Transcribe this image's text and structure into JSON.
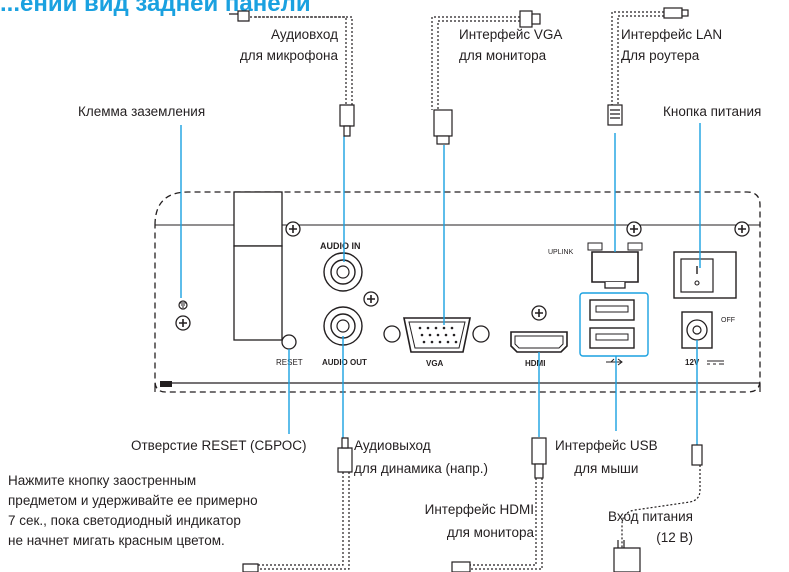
{
  "title": "...ений вид задней панели",
  "callouts": {
    "audio_in": [
      "Аудиовход",
      "для микрофона"
    ],
    "vga": [
      "Интерфейс VGA",
      "для монитора"
    ],
    "lan": [
      "Интерфейс LAN",
      "Для роутера"
    ],
    "ground": "Клемма заземления",
    "power_button": "Кнопка питания",
    "reset": "Отверстие RESET (СБРОС)",
    "audio_out": [
      "Аудиовыход",
      "для динамика (напр.)"
    ],
    "usb": [
      "Интерфейс USB",
      "для мыши"
    ],
    "hdmi": [
      "Интерфейс HDMI",
      "для монитора"
    ],
    "power_input": [
      "Вход питания",
      "(12 В)"
    ]
  },
  "reset_note": [
    "Нажмите кнопку заостренным",
    "предметом и удерживайте ее примерно",
    "7 сек., пока светодиодный индикатор",
    "не начнет мигать красным цветом."
  ],
  "panel_labels": {
    "audio_in": "AUDIO IN",
    "audio_out": "AUDIO OUT",
    "reset": "RESET",
    "vga": "VGA",
    "hdmi": "HDMI",
    "uplink": "UPLINK",
    "off": "OFF",
    "power": "12V"
  },
  "colors": {
    "title": "#1aa1e0",
    "leader": "#1aa1e0",
    "outline": "#231f20"
  },
  "icons": [
    "ground-symbol-icon",
    "usb-symbol-icon",
    "dc-symbol-icon",
    "screw-icon",
    "audio-plug-icon",
    "vga-plug-icon",
    "rj45-plug-icon",
    "hdmi-plug-icon",
    "power-adapter-icon"
  ]
}
